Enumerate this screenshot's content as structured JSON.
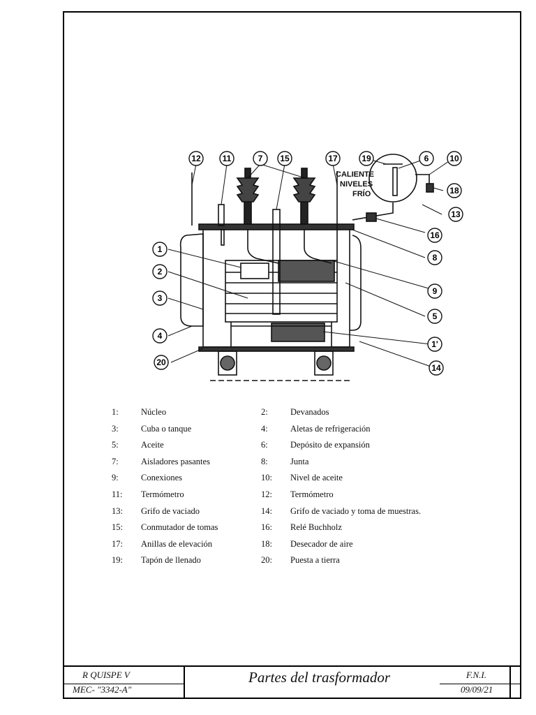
{
  "diagram": {
    "labels": [
      {
        "id": "12",
        "text": "12"
      },
      {
        "id": "11",
        "text": "11"
      },
      {
        "id": "7",
        "text": "7"
      },
      {
        "id": "15",
        "text": "15"
      },
      {
        "id": "17",
        "text": "17"
      },
      {
        "id": "19",
        "text": "19"
      },
      {
        "id": "6",
        "text": "6"
      },
      {
        "id": "10",
        "text": "10"
      },
      {
        "id": "18",
        "text": "18"
      },
      {
        "id": "13",
        "text": "13"
      },
      {
        "id": "16",
        "text": "16"
      },
      {
        "id": "8",
        "text": "8"
      },
      {
        "id": "9",
        "text": "9"
      },
      {
        "id": "5",
        "text": "5"
      },
      {
        "id": "1",
        "text": "1"
      },
      {
        "id": "2",
        "text": "2"
      },
      {
        "id": "3",
        "text": "3"
      },
      {
        "id": "4",
        "text": "4"
      },
      {
        "id": "20",
        "text": "20"
      },
      {
        "id": "1b",
        "text": "1'"
      },
      {
        "id": "14",
        "text": "14"
      }
    ],
    "level_caliente": "CALIENTE",
    "level_niveles": "NIVELES",
    "level_frio": "FRÍO"
  },
  "legend": [
    {
      "left": {
        "num": "1:",
        "text": "Núcleo"
      },
      "right": {
        "num": "2:",
        "text": "Devanados"
      }
    },
    {
      "left": {
        "num": "3:",
        "text": "Cuba o tanque"
      },
      "right": {
        "num": "4:",
        "text": "Aletas de refrigeración"
      }
    },
    {
      "left": {
        "num": "5:",
        "text": "Aceite"
      },
      "right": {
        "num": "6:",
        "text": "Depósito de expansión"
      }
    },
    {
      "left": {
        "num": "7:",
        "text": "Aisladores pasantes"
      },
      "right": {
        "num": "8:",
        "text": "Junta"
      }
    },
    {
      "left": {
        "num": "9:",
        "text": "Conexiones"
      },
      "right": {
        "num": "10:",
        "text": "Nivel de aceite"
      }
    },
    {
      "left": {
        "num": "11:",
        "text": "Termómetro"
      },
      "right": {
        "num": "12:",
        "text": "Termómetro"
      }
    },
    {
      "left": {
        "num": "13:",
        "text": "Grifo de vaciado"
      },
      "right": {
        "num": "14:",
        "text": "Grifo de vaciado y toma de muestras."
      }
    },
    {
      "left": {
        "num": "15:",
        "text": "Conmutador de tomas"
      },
      "right": {
        "num": "16:",
        "text": "Relé Buchholz"
      }
    },
    {
      "left": {
        "num": "17:",
        "text": "Anillas de elevación"
      },
      "right": {
        "num": "18:",
        "text": "Desecador de aire"
      }
    },
    {
      "left": {
        "num": "19:",
        "text": "Tapón de llenado"
      },
      "right": {
        "num": "20:",
        "text": "Puesta a tierra"
      }
    }
  ],
  "titleblock": {
    "author": "R QUISPE V",
    "course": "MEC- \"3342-A\"",
    "title": "Partes del trasformador",
    "institution": "F.N.I.",
    "date": "09/09/21"
  }
}
